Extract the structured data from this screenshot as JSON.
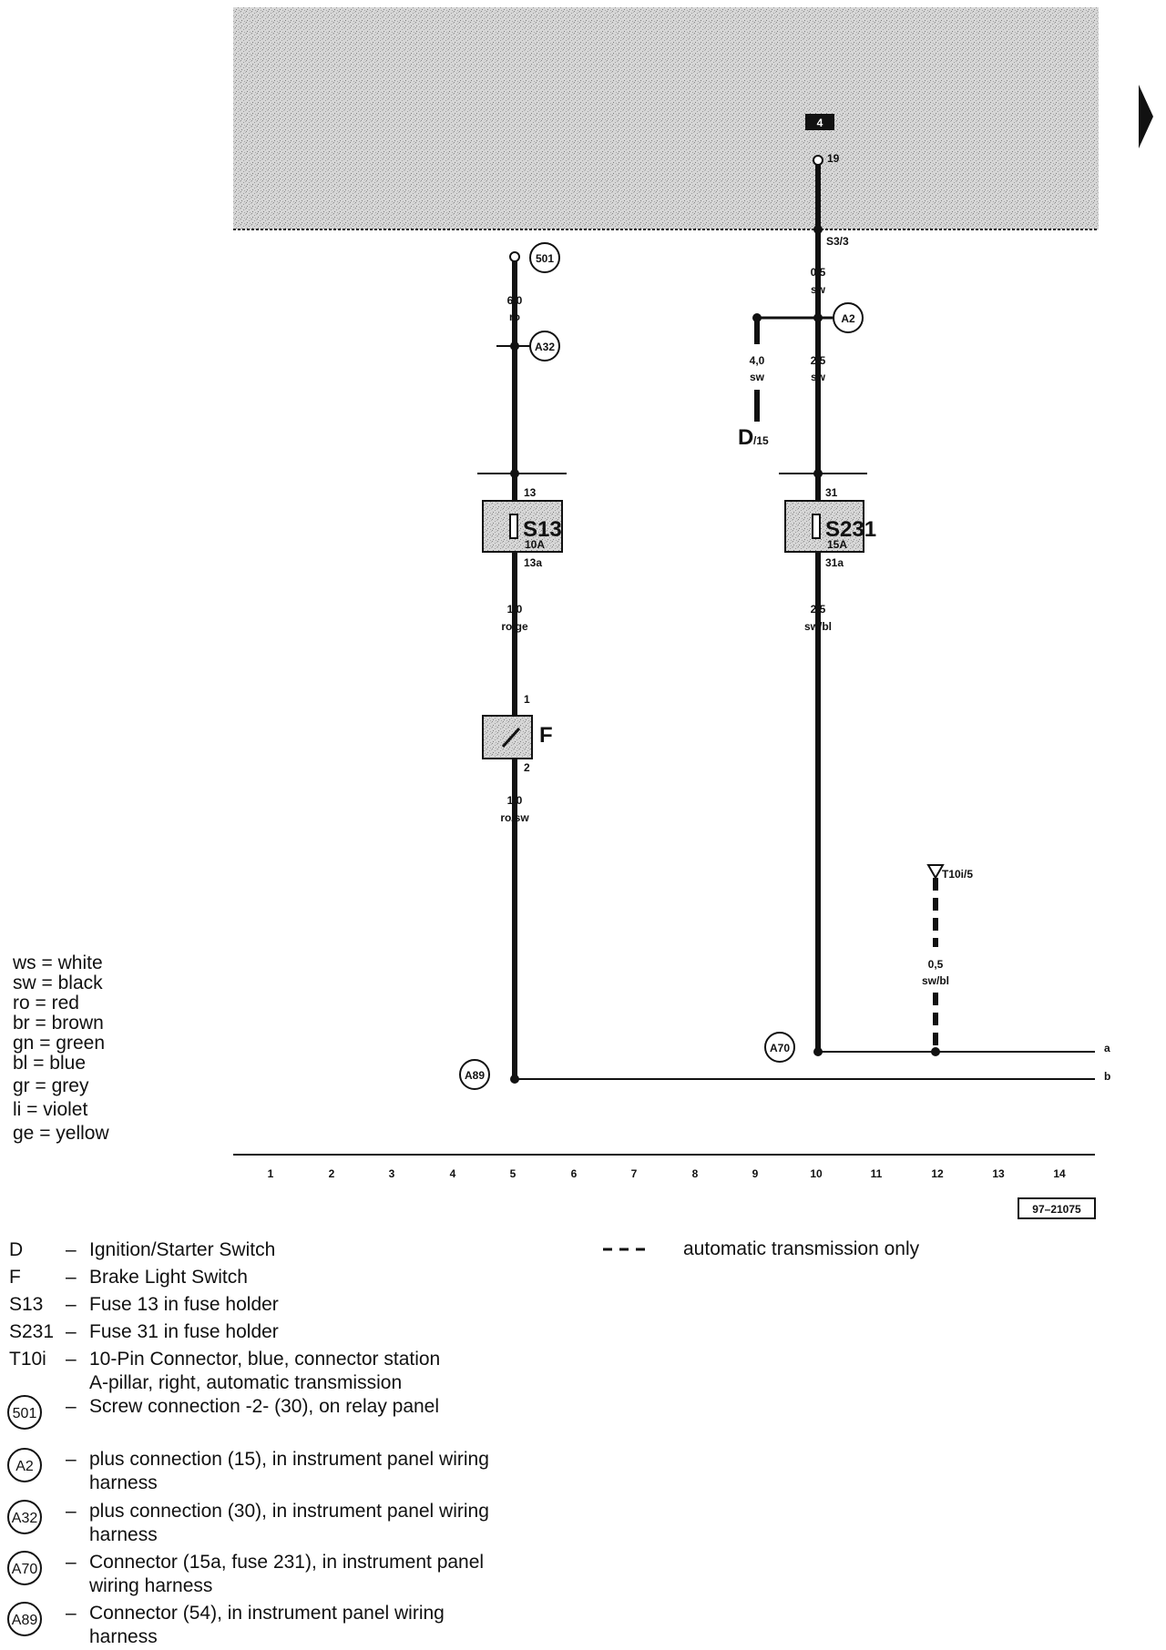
{
  "relay_panel": {
    "fuse_box_number": "4",
    "terminal_top": "19",
    "terminal_bottom": "S3/3"
  },
  "wires": [
    {
      "size": "6,0",
      "color": "ro"
    },
    {
      "size": "0,5",
      "color": "sw"
    },
    {
      "size": "4,0",
      "color": "sw"
    },
    {
      "size": "2,5",
      "color": "sw"
    },
    {
      "size": "1,0",
      "color": "ro/ge"
    },
    {
      "size": "2,5",
      "color": "sw/bl"
    },
    {
      "size": "1,0",
      "color": "ro/sw"
    },
    {
      "size": "0,5",
      "color": "sw/bl"
    }
  ],
  "connectors": {
    "c501": "501",
    "a2": "A2",
    "a32": "A32",
    "a70": "A70",
    "a89": "A89"
  },
  "components": {
    "fuse_s13": {
      "name": "S13",
      "rating": "10A",
      "pin_in": "13",
      "pin_out": "13a"
    },
    "fuse_s231": {
      "name": "S231",
      "rating": "15A",
      "pin_in": "31",
      "pin_out": "31a"
    },
    "switch_f": {
      "name": "F",
      "pin_in": "1",
      "pin_out": "2"
    },
    "d15": {
      "name": "D",
      "terminal": "/15"
    },
    "t10i": {
      "name": "T10i/5"
    }
  },
  "bus_labels": {
    "a": "a",
    "b": "b"
  },
  "grid_numbers": [
    "1",
    "2",
    "3",
    "4",
    "5",
    "6",
    "7",
    "8",
    "9",
    "10",
    "11",
    "12",
    "13",
    "14"
  ],
  "diagram_id": "97–21075",
  "color_legend": [
    {
      "code": "ws",
      "name": "white"
    },
    {
      "code": "sw",
      "name": "black"
    },
    {
      "code": "ro",
      "name": "red"
    },
    {
      "code": "br",
      "name": "brown"
    },
    {
      "code": "gn",
      "name": "green"
    },
    {
      "code": "bl",
      "name": "blue"
    },
    {
      "code": "gr",
      "name": "grey"
    },
    {
      "code": "li",
      "name": "violet"
    },
    {
      "code": "ge",
      "name": "yellow"
    }
  ],
  "key": [
    {
      "code": "D",
      "desc": [
        "Ignition/Starter Switch"
      ]
    },
    {
      "code": "F",
      "desc": [
        "Brake Light Switch"
      ]
    },
    {
      "code": "S13",
      "desc": [
        "Fuse 13 in fuse holder"
      ]
    },
    {
      "code": "S231",
      "desc": [
        "Fuse 31 in fuse holder"
      ]
    },
    {
      "code": "T10i",
      "desc": [
        "10-Pin Connector, blue, connector station",
        "A-pillar, right, automatic transmission"
      ]
    },
    {
      "code": "501",
      "desc": [
        "Screw connection -2- (30), on relay panel"
      ]
    },
    {
      "code": "A2",
      "desc": [
        "plus connection (15), in instrument panel wiring",
        "harness"
      ]
    },
    {
      "code": "A32",
      "desc": [
        "plus connection (30), in instrument panel wiring",
        "harness"
      ]
    },
    {
      "code": "A70",
      "desc": [
        "Connector (15a, fuse 231), in instrument panel",
        "wiring harness"
      ]
    },
    {
      "code": "A89",
      "desc": [
        "Connector (54), in instrument panel wiring",
        "harness"
      ]
    }
  ],
  "dashed_note": "automatic transmission only"
}
